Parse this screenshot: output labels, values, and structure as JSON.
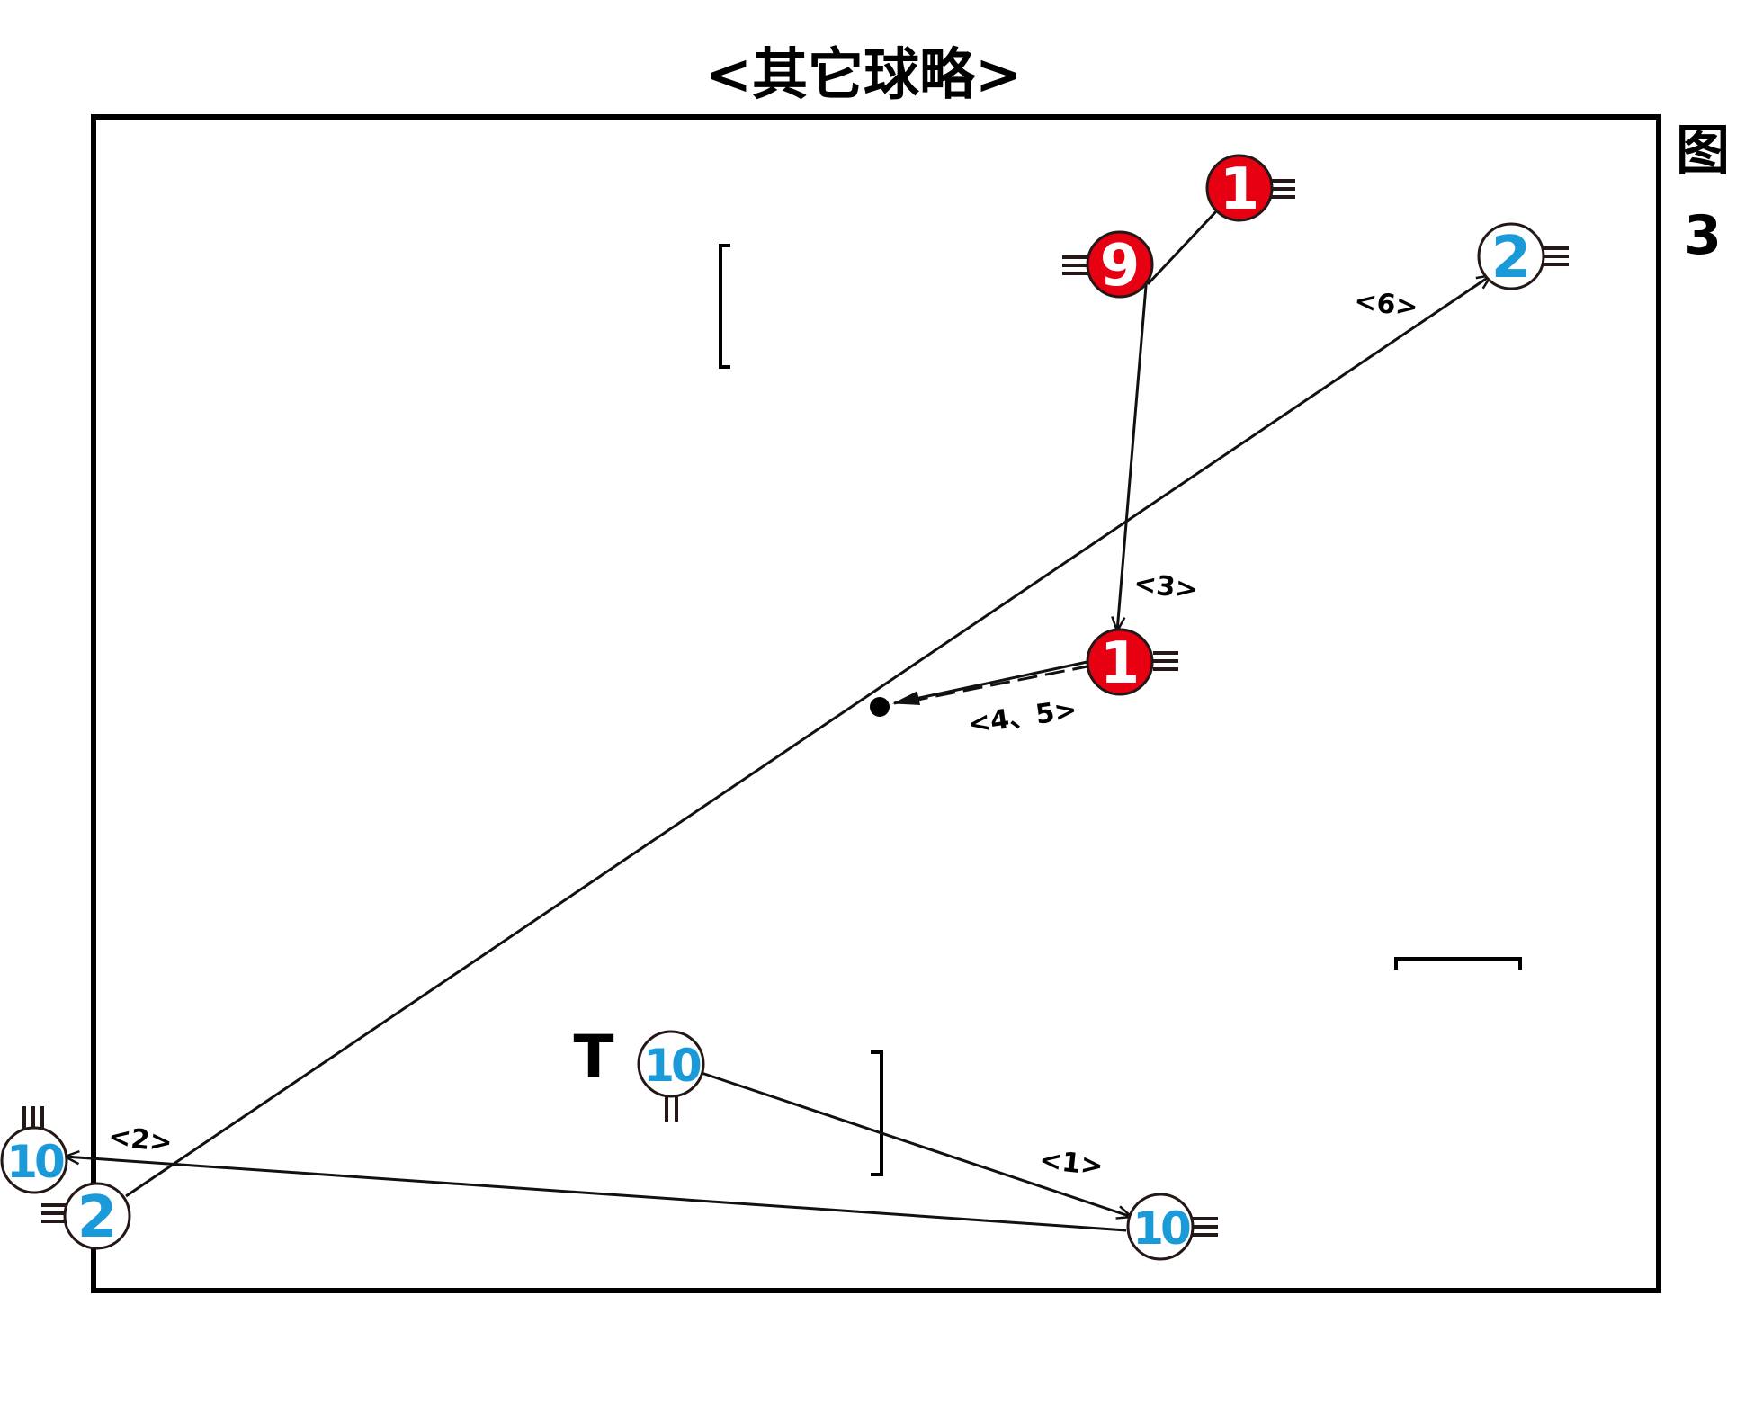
{
  "title": "<其它球略>",
  "figure_label": {
    "char": "图",
    "number": "3"
  },
  "colors": {
    "red_team": "#e60012",
    "blue_team": "#1a9ad9",
    "line": "#111111",
    "court": "#000000"
  },
  "players": [
    {
      "id": "red-1-top",
      "number": "1",
      "team": "red"
    },
    {
      "id": "red-9",
      "number": "9",
      "team": "red"
    },
    {
      "id": "red-1-mid",
      "number": "1",
      "team": "red"
    },
    {
      "id": "blue-2-top",
      "number": "2",
      "team": "blue"
    },
    {
      "id": "blue-10-center",
      "number": "10",
      "team": "blue"
    },
    {
      "id": "blue-10-left",
      "number": "10",
      "team": "blue"
    },
    {
      "id": "blue-2-bottom",
      "number": "2",
      "team": "blue"
    },
    {
      "id": "blue-10-right",
      "number": "10",
      "team": "blue"
    }
  ],
  "steps": [
    "<1>",
    "<2>",
    "<3>",
    "<4、5>",
    "<6>"
  ],
  "marker": {
    "letter": "T"
  }
}
